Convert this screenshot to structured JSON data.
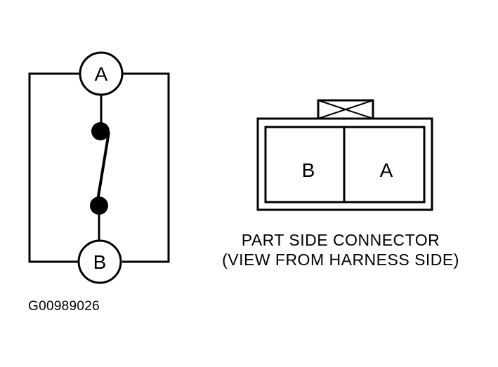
{
  "switch_schematic": {
    "terminal_top": "A",
    "terminal_bottom": "B"
  },
  "connector": {
    "cavity_left": "B",
    "cavity_right": "A",
    "caption_line1": "PART SIDE CONNECTOR",
    "caption_line2": "(VIEW FROM HARNESS SIDE)"
  },
  "figure_id": "G00989026"
}
